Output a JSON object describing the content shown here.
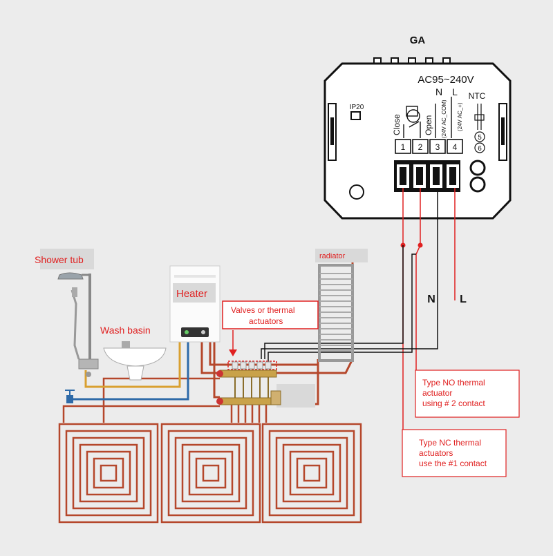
{
  "thermostat": {
    "model": "GA",
    "voltage": "AC95~240V",
    "ip_rating": "IP20",
    "term_n": "N",
    "term_l": "L",
    "term_ntc": "NTC",
    "label_close": "Close",
    "label_open": "Open",
    "label_n_com": "(24V AC_COM)",
    "label_l_plus": "(24V AC_+)",
    "terminals": [
      "1",
      "2",
      "3",
      "4"
    ],
    "ntc_pins": [
      "5",
      "6"
    ]
  },
  "wires": {
    "n_label": "N",
    "l_label": "L"
  },
  "labels": {
    "shower": "Shower tub",
    "wash_basin": "Wash basin",
    "heater": "Heater",
    "radiator": "radiator",
    "valves_line1": "Valves or thermal",
    "valves_line2": "actuators"
  },
  "notes": {
    "no": [
      "Type NO thermal",
      "actuator",
      "using # 2 contact"
    ],
    "nc": [
      "Type NC thermal",
      "actuators",
      "use the #1 contact"
    ]
  },
  "colors": {
    "background": "#ececec",
    "red": "#e02020",
    "label_bg": "#d9d9d9",
    "hot_pipe": "#b5472b",
    "cold_pipe": "#2e6aa8",
    "yellow_pipe": "#d9a030"
  }
}
